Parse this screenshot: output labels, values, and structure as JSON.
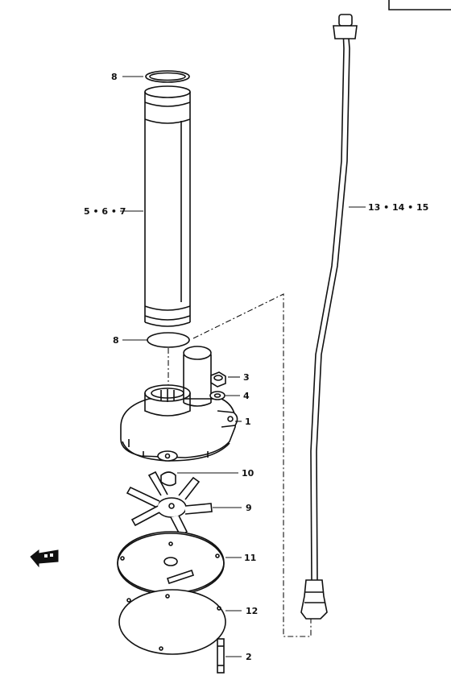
{
  "callouts": {
    "c8_top": "8",
    "c567": "5 • 6 • 7",
    "c8_bottom": "8",
    "c3": "3",
    "c4": "4",
    "c1": "1",
    "c10": "10",
    "c9": "9",
    "c11": "11",
    "c12": "12",
    "c2": "2",
    "c131415": "13 • 14 • 15"
  },
  "icons": {
    "front_arrow": "front-direction-arrow-icon"
  },
  "colors": {
    "ink": "#111111",
    "background": "#ffffff"
  }
}
